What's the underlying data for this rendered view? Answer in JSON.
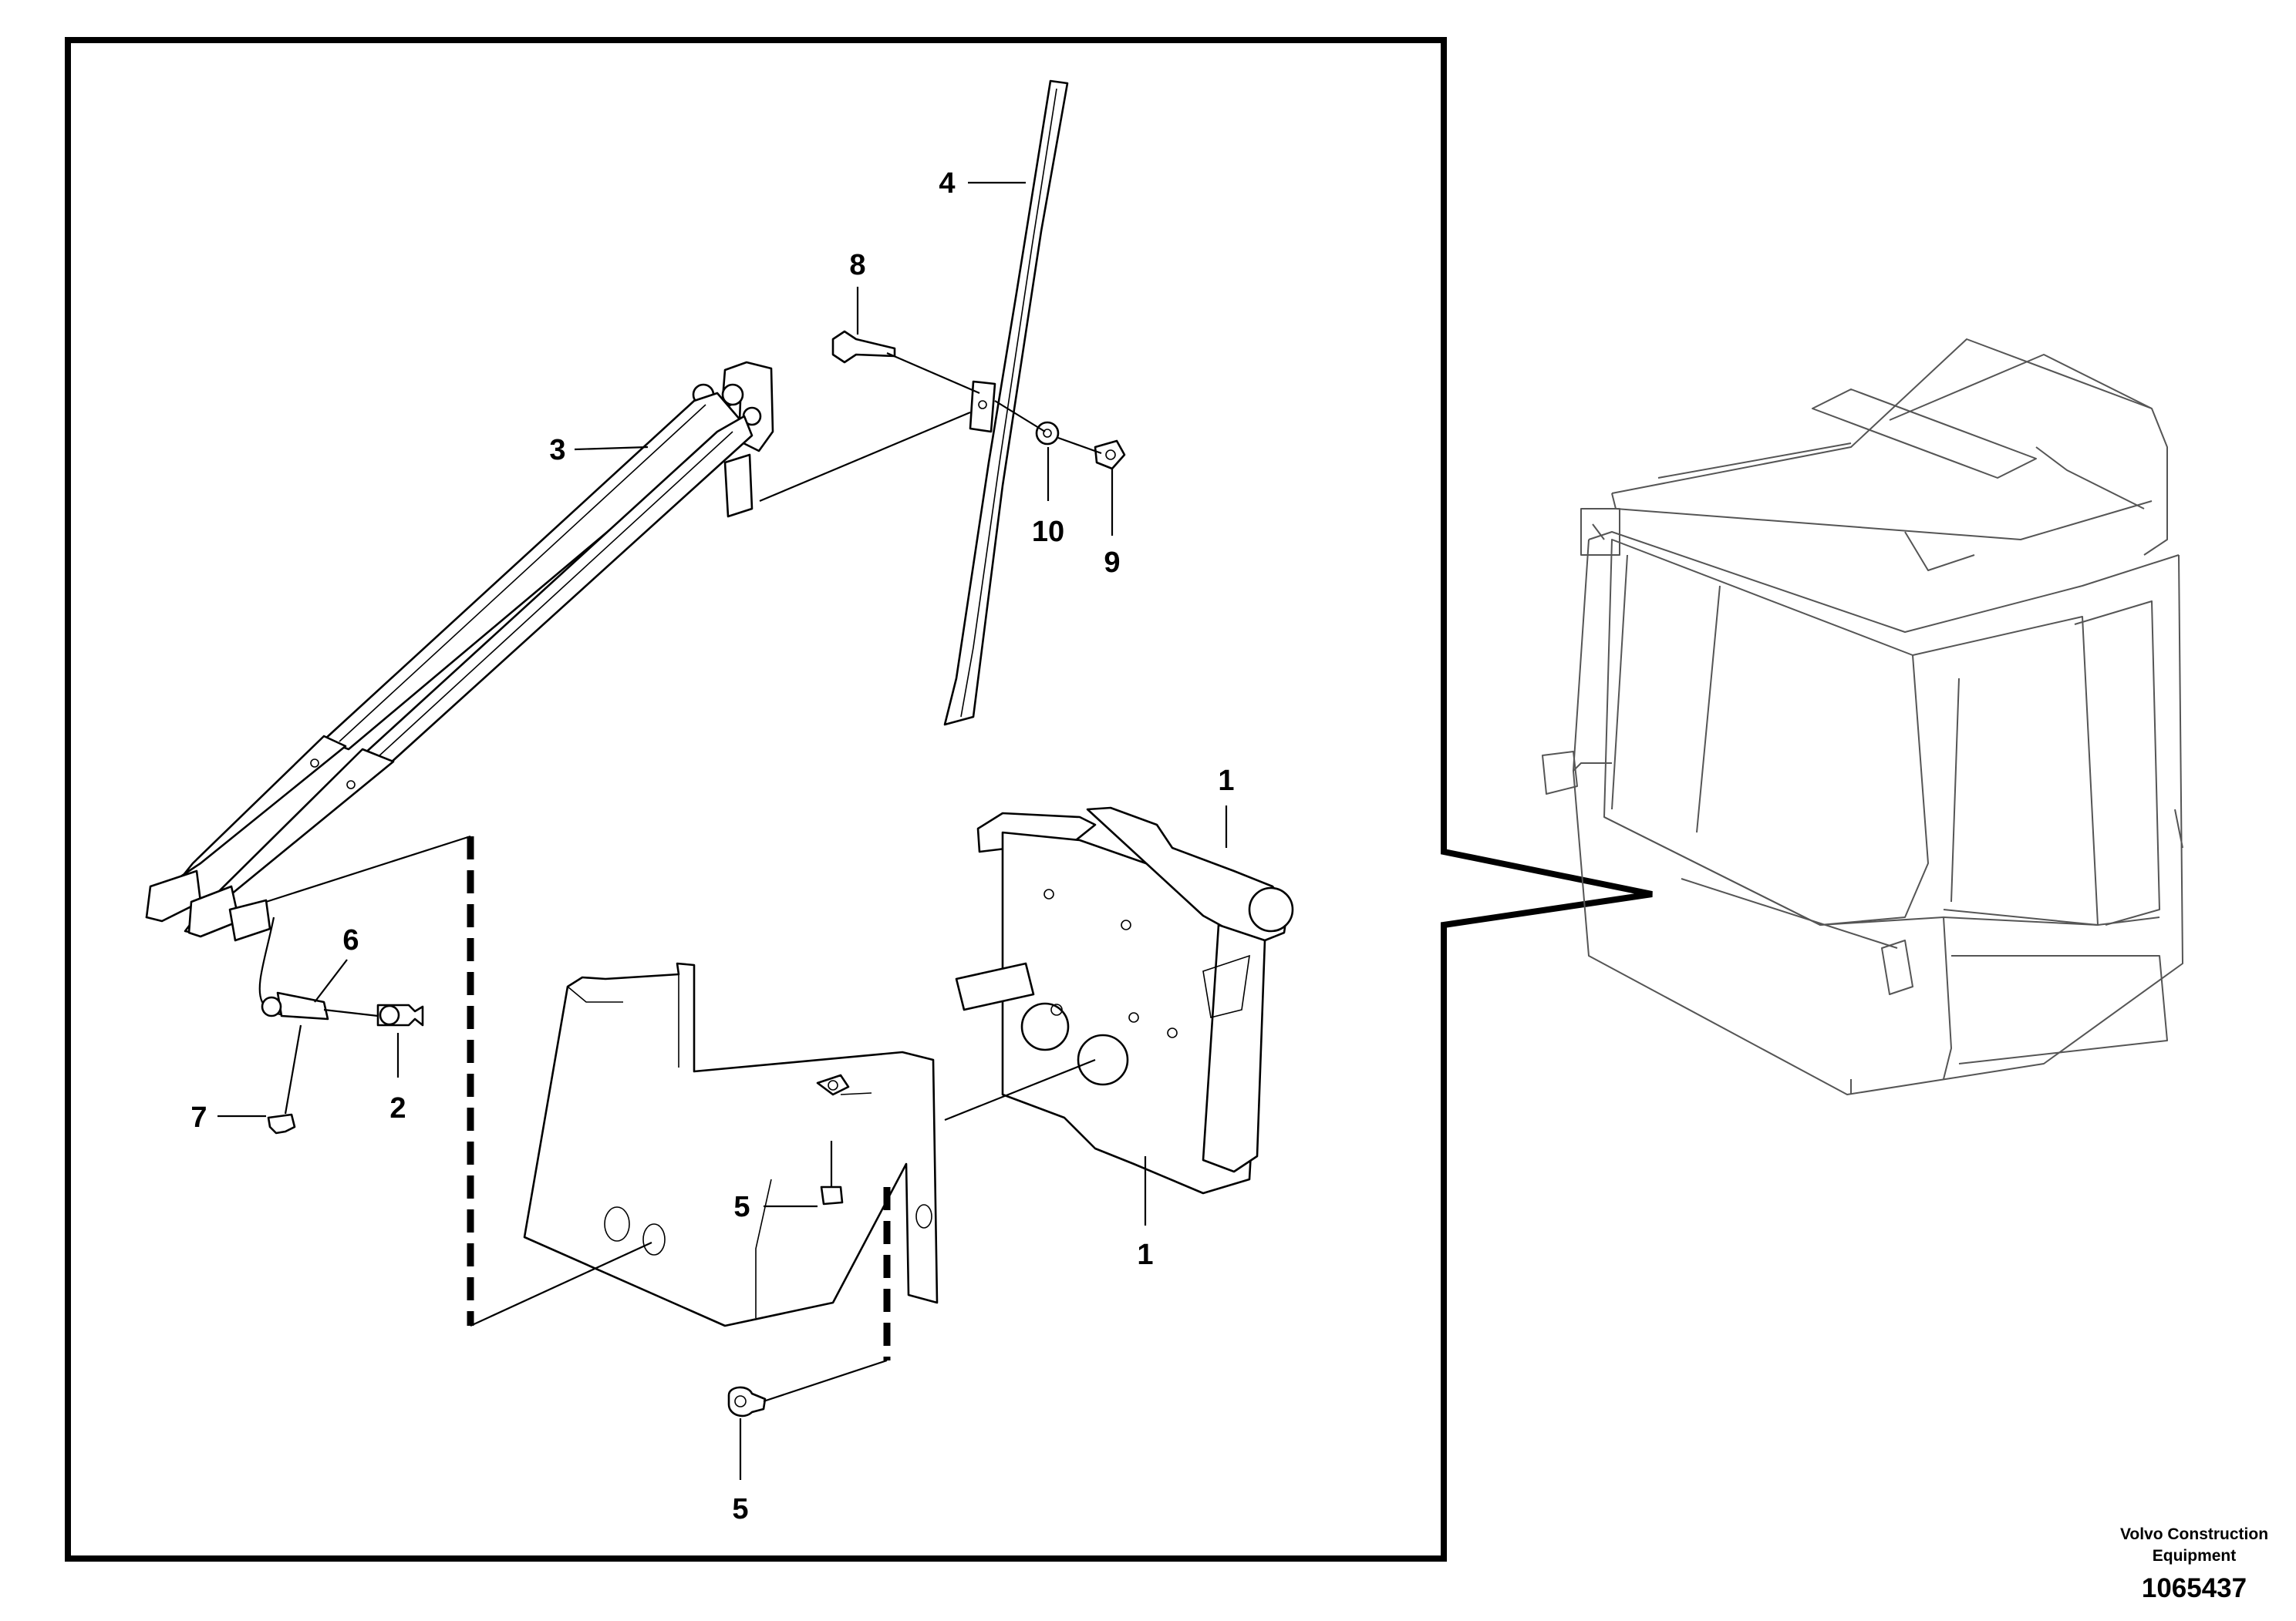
{
  "callouts": {
    "c1_top": "1",
    "c1_bottom": "1",
    "c2": "2",
    "c3": "3",
    "c4": "4",
    "c5_upper": "5",
    "c5_lower": "5",
    "c6": "6",
    "c7": "7",
    "c8": "8",
    "c9": "9",
    "c10": "10"
  },
  "footer": {
    "brand_line1": "Volvo Construction",
    "brand_line2": "Equipment",
    "doc_number": "1065437"
  }
}
